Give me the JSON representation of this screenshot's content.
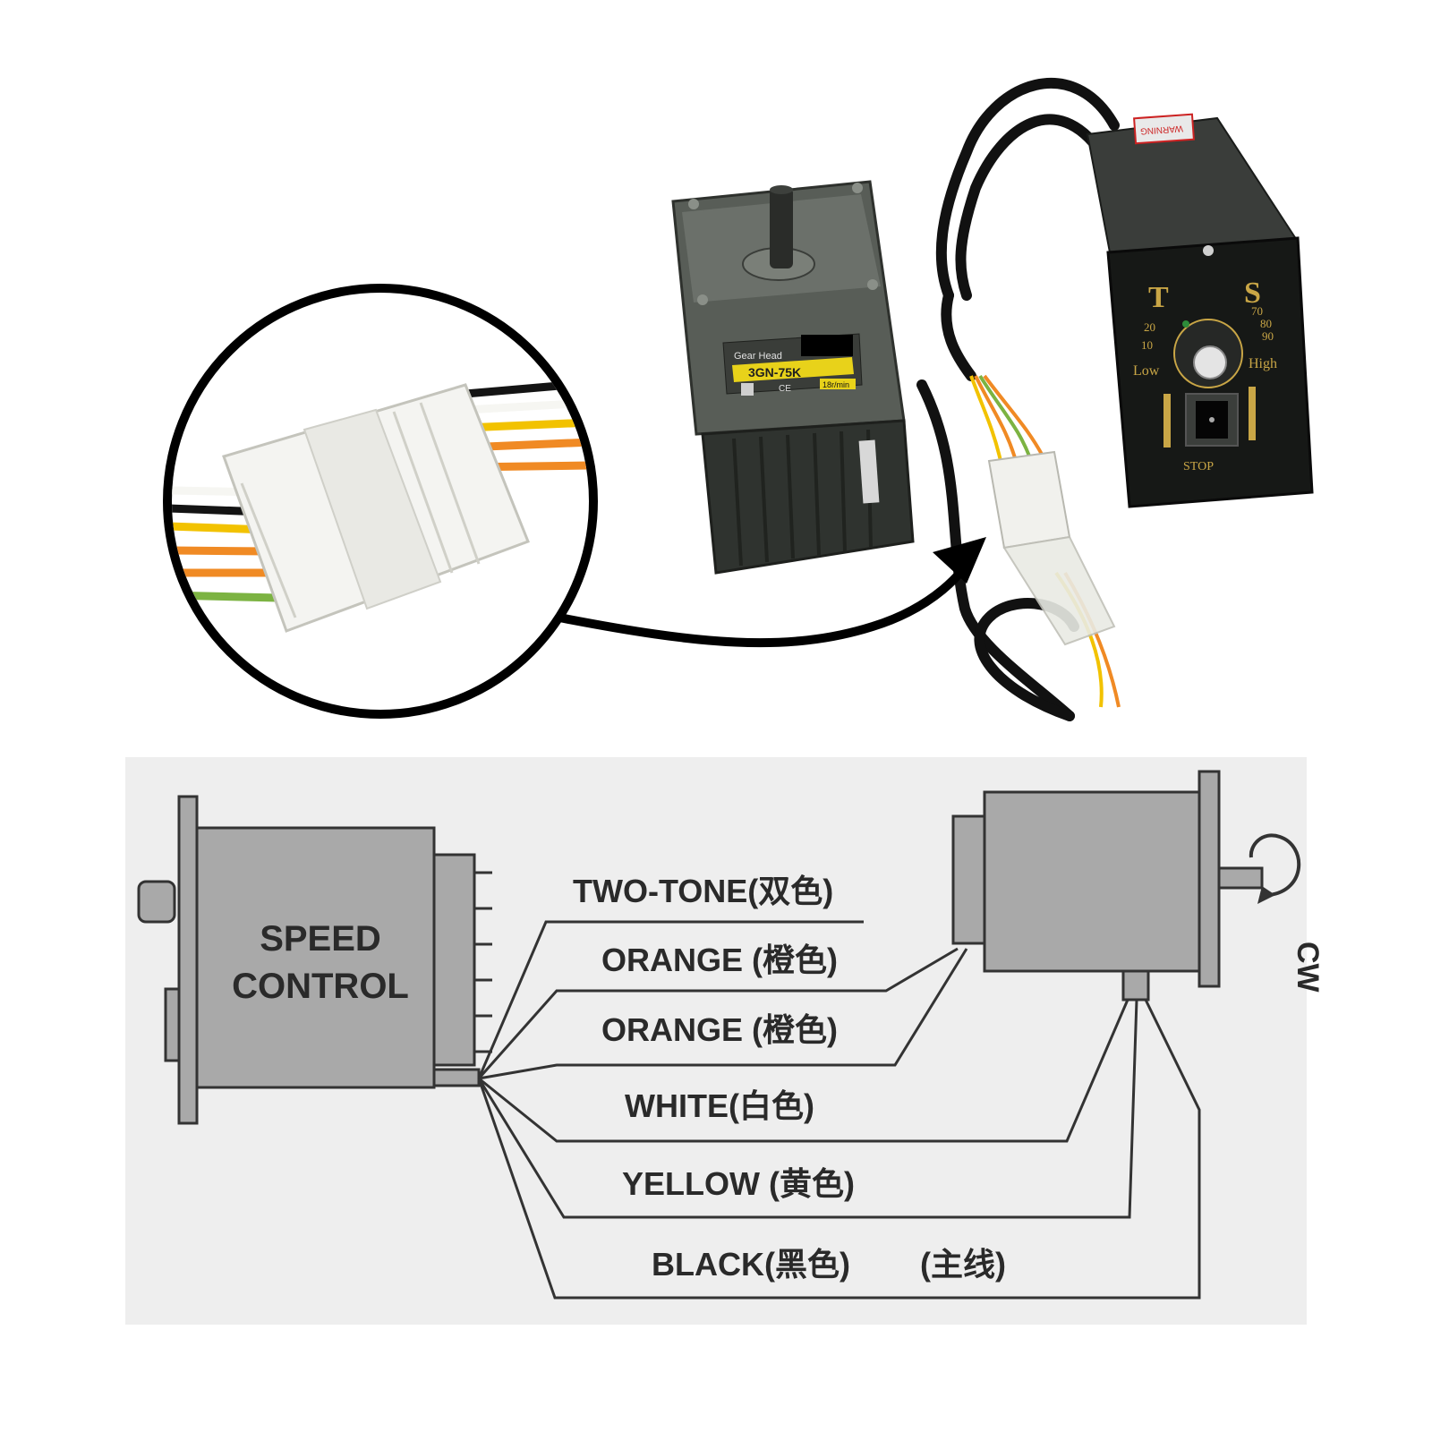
{
  "motor": {
    "gear_head_label": "Gear Head",
    "model": "3GN-75K",
    "rate": "18r/min",
    "ce_mark": "CE"
  },
  "controller": {
    "warning": "WARNING",
    "letter_left": "T",
    "letter_right": "S",
    "scale_left": [
      "20",
      "10"
    ],
    "scale_right": [
      "70",
      "80",
      "90"
    ],
    "low_label": "Low",
    "high_label": "High",
    "stop_label": "STOP"
  },
  "diagram": {
    "speed_control": [
      "SPEED",
      "CONTROL"
    ],
    "rotation_label": "CW",
    "wires": [
      {
        "label": "TWO-TONE(双色)",
        "color": "#7cb342"
      },
      {
        "label": "ORANGE (橙色)",
        "color": "#f08a24"
      },
      {
        "label": "ORANGE (橙色)",
        "color": "#f08a24"
      },
      {
        "label": "WHITE(白色)",
        "color": "#f2f2f2"
      },
      {
        "label": "YELLOW (黄色)",
        "color": "#f2c200"
      },
      {
        "label": "BLACK(黑色)",
        "color": "#151515"
      }
    ],
    "main_line_note": "(主线)"
  },
  "colors": {
    "motor_body": "#4b4f4a",
    "controller_body": "#2f322f",
    "diagram_fill": "#a9a9a9",
    "diagram_bg": "#eeeeee"
  }
}
